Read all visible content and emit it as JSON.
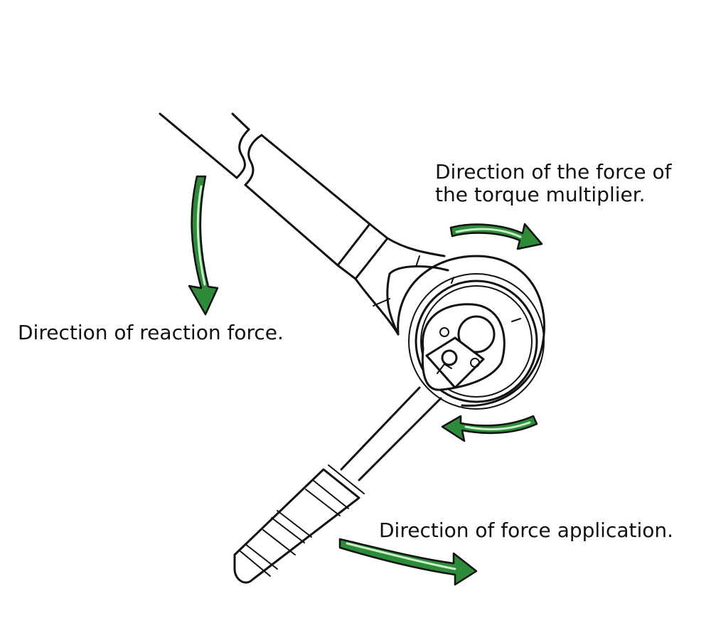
{
  "labels": {
    "torque_line1": "Direction of the force of",
    "torque_line2": "the torque multiplier.",
    "reaction": "Direction of reaction force.",
    "application": "Direction of force application."
  },
  "colors": {
    "arrow_fill": "#2e8b3a",
    "arrow_highlight": "#c9f0c9",
    "ink": "#111111"
  },
  "icons": {
    "reaction_arrow": "curved-arrow-down",
    "torque_arrow": "curved-arrow-right",
    "return_arrow": "curved-arrow-left",
    "application_arrow": "curved-arrow-right-down"
  }
}
